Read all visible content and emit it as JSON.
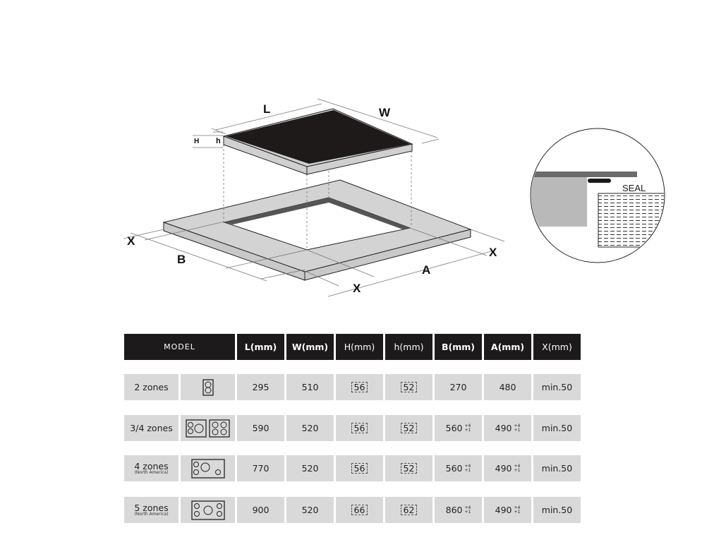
{
  "diagram": {
    "labels": {
      "L": "L",
      "W": "W",
      "H": "H",
      "h": "h",
      "B": "B",
      "A": "A",
      "X": "X"
    },
    "detail_label": "SEAL",
    "colors": {
      "glass": "#1e1a1a",
      "frame": "#d3d3d3",
      "cutout_wall": "#555555",
      "seal": "#1a1a1a"
    }
  },
  "table": {
    "headers": [
      "MODEL",
      "L(mm)",
      "W(mm)",
      "H(mm)",
      "h(mm)",
      "B(mm)",
      "A(mm)",
      "X(mm)"
    ],
    "rows": [
      {
        "model": "2 zones",
        "sub": "",
        "icon": "hob-2-zones-icon",
        "L": "295",
        "W": "510",
        "H": "56",
        "h": "52",
        "B": "270",
        "B_tol": "",
        "A": "480",
        "A_tol": "",
        "X": "min.50"
      },
      {
        "model": "3/4 zones",
        "sub": "",
        "icon": "hob-3-4-zones-icon",
        "L": "590",
        "W": "520",
        "H": "56",
        "h": "52",
        "B": "560",
        "B_tol": [
          "+4",
          "+1"
        ],
        "A": "490",
        "A_tol": [
          "+4",
          "+1"
        ],
        "X": "min.50"
      },
      {
        "model": "4 zones",
        "sub": "(North America)",
        "icon": "hob-4-zones-icon",
        "L": "770",
        "W": "520",
        "H": "56",
        "h": "52",
        "B": "560",
        "B_tol": [
          "+4",
          "+1"
        ],
        "A": "490",
        "A_tol": [
          "+4",
          "+1"
        ],
        "X": "min.50"
      },
      {
        "model": "5 zones",
        "sub": "(North America)",
        "icon": "hob-5-zones-icon",
        "L": "900",
        "W": "520",
        "H": "66",
        "h": "62",
        "B": "860",
        "B_tol": [
          "+4",
          "+1"
        ],
        "A": "490",
        "A_tol": [
          "+4",
          "+1"
        ],
        "X": "min.50"
      }
    ]
  }
}
